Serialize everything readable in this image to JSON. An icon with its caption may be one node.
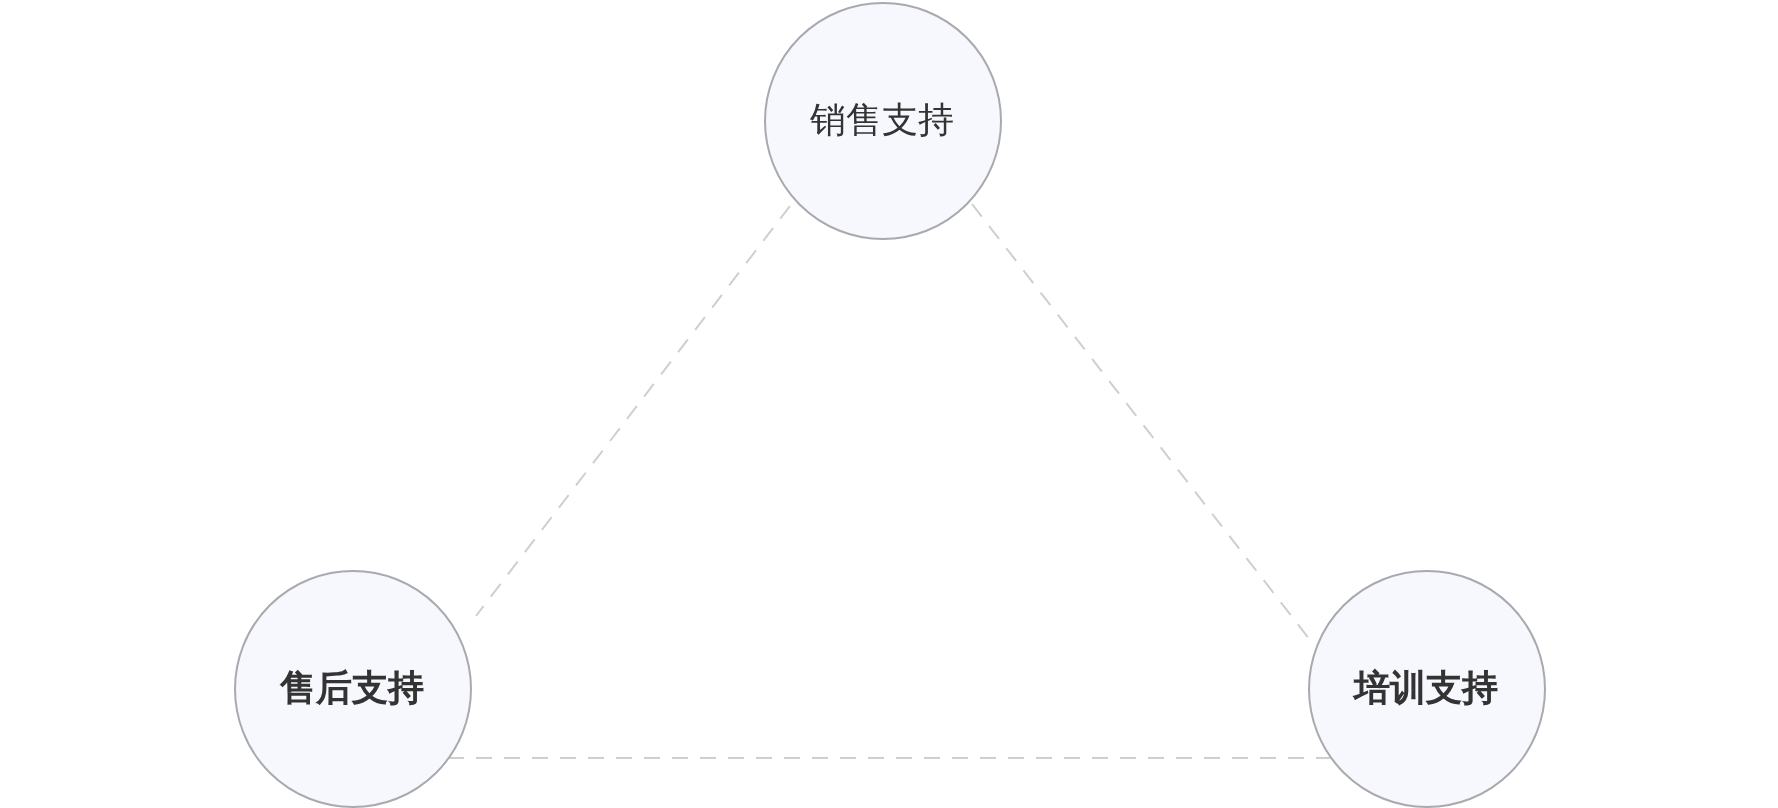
{
  "diagram": {
    "nodes": [
      {
        "text": [
          "销售支持"
        ]
      },
      {
        "text": [
          "售后支持"
        ]
      },
      {
        "text": [
          "培训支持"
        ]
      }
    ],
    "edges": [
      {
        "from": 0,
        "to": 1,
        "arrow": "none",
        "style": "dashed"
      },
      {
        "from": 0,
        "to": 2,
        "arrow": "none",
        "style": "dashed"
      },
      {
        "from": 1,
        "to": 2,
        "arrow": "none",
        "style": "dashed"
      }
    ]
  }
}
